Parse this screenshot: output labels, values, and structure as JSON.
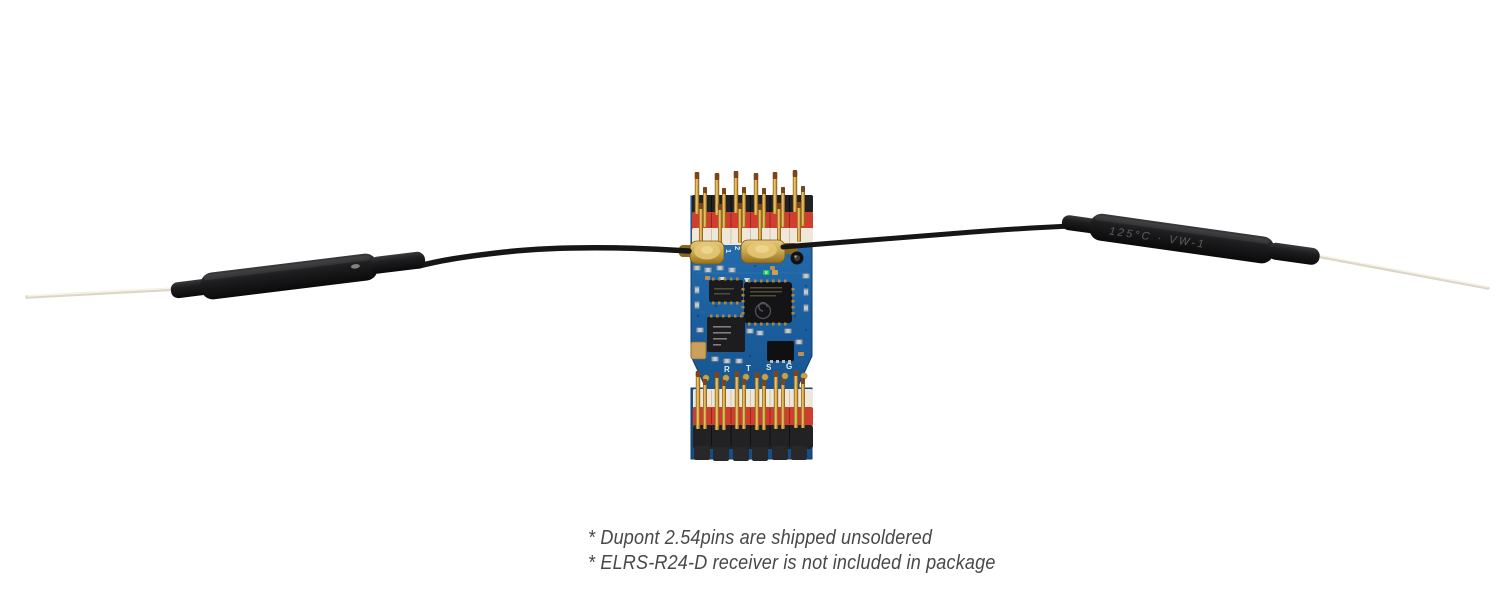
{
  "product": {
    "type": "product-photo",
    "subject": "ELRS receiver PCB with two dipole antennas on white background"
  },
  "notes": {
    "line1": "* Dupont 2.54pins are shipped unsoldered",
    "line2": "* ELRS-R24-D receiver is not included in package"
  },
  "board": {
    "antenna_port_labels": {
      "port1": "1",
      "port2": "2"
    },
    "pad_labels": {
      "r": "R",
      "t": "T",
      "s": "S",
      "g": "G"
    }
  },
  "antenna": {
    "heatshrink_print": "125°C · VW-1"
  },
  "colors": {
    "background": "#ffffff",
    "pcb_blue": "#1b5f9f",
    "header_red": "#cf3e2e",
    "header_white": "#efe8da",
    "header_black": "#222224",
    "pin_gold": "#c89530",
    "antenna_black": "#1d1d1f",
    "coax_black": "#161616",
    "wire_white": "#ddd6c6",
    "connector_gold": "#cfa94f",
    "led_green": "#2ec155",
    "silkscreen_white": "#e4ecf3",
    "caption_text": "#48484a"
  }
}
